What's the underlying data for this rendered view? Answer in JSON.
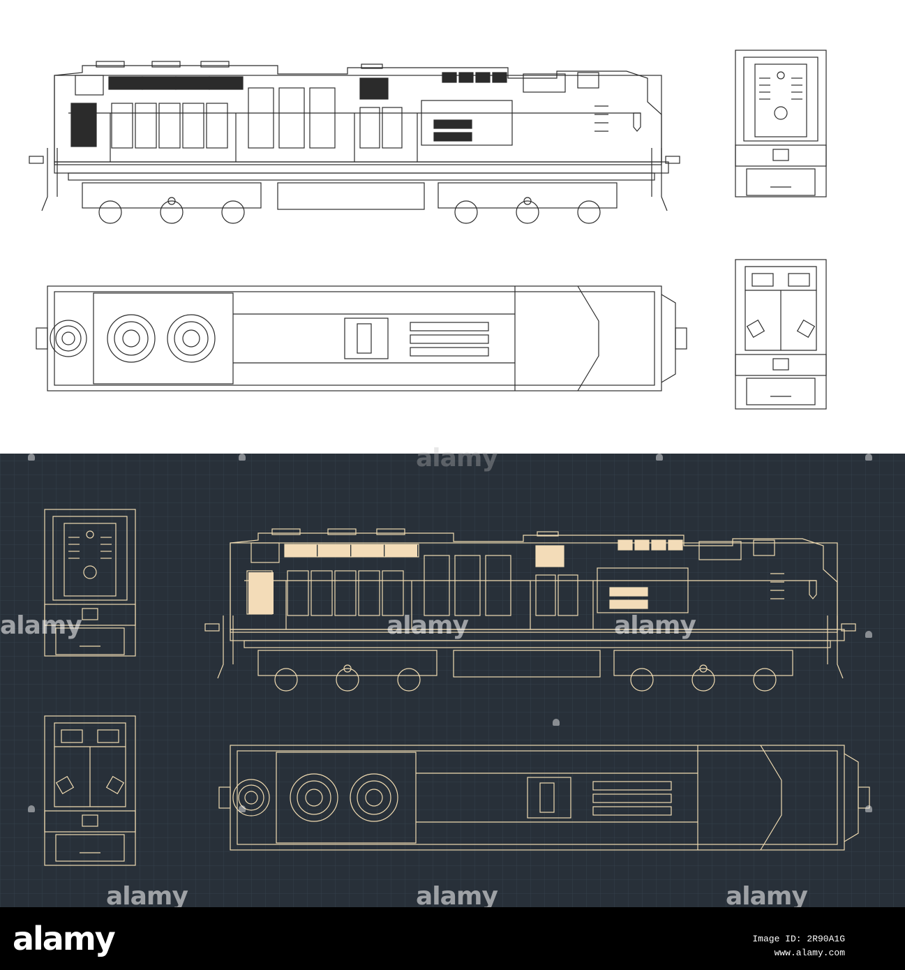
{
  "watermark": {
    "text": "alamy"
  },
  "footer": {
    "brand": "alamy",
    "image_id_line": "Image ID: 2R90A1G",
    "url_line": "www.alamy.com"
  },
  "colors": {
    "top_background": "#ffffff",
    "top_line": "#2b2b2b",
    "blueprint_background": "#283039",
    "blueprint_grid": "#33404b",
    "blueprint_line": "#f1dcb2",
    "blueprint_fill": "#f3dcb8",
    "footer_background": "#000000"
  },
  "views": {
    "side": "side-view",
    "top": "top-view",
    "front": "front-view",
    "rear": "rear-view"
  }
}
